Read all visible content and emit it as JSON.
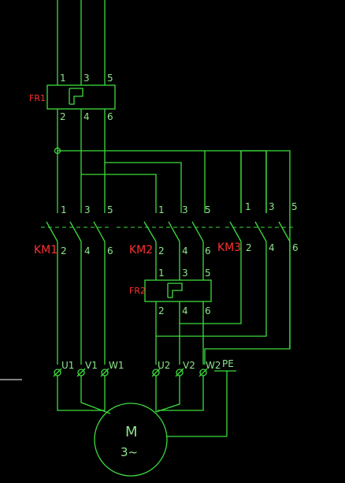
{
  "colors": {
    "background": "#000000",
    "wire": "#3ddc3d",
    "label": "#ff3030",
    "text": "#8ee58e"
  },
  "fr1": {
    "label": "FR1",
    "top_terms": [
      "1",
      "3",
      "5"
    ],
    "bottom_terms": [
      "2",
      "4",
      "6"
    ]
  },
  "fr2": {
    "label": "FR2",
    "top_terms": [
      "1",
      "3",
      "5"
    ],
    "bottom_terms": [
      "2",
      "4",
      "6"
    ]
  },
  "km1": {
    "label": "KM1",
    "top_terms": [
      "1",
      "3",
      "5"
    ],
    "bottom_terms": [
      "2",
      "4",
      "6"
    ]
  },
  "km2": {
    "label": "KM2",
    "top_terms": [
      "1",
      "3",
      "5"
    ],
    "bottom_terms": [
      "2",
      "4",
      "6"
    ]
  },
  "km3": {
    "label": "KM3",
    "top_terms": [
      "1",
      "3",
      "5"
    ],
    "bottom_terms": [
      "2",
      "4",
      "6"
    ]
  },
  "terminals": {
    "u1": "U1",
    "v1": "V1",
    "w1": "W1",
    "u2": "U2",
    "v2": "V2",
    "w2": "W2",
    "pe": "PE"
  },
  "motor": {
    "letter": "M",
    "phase": "3~"
  }
}
